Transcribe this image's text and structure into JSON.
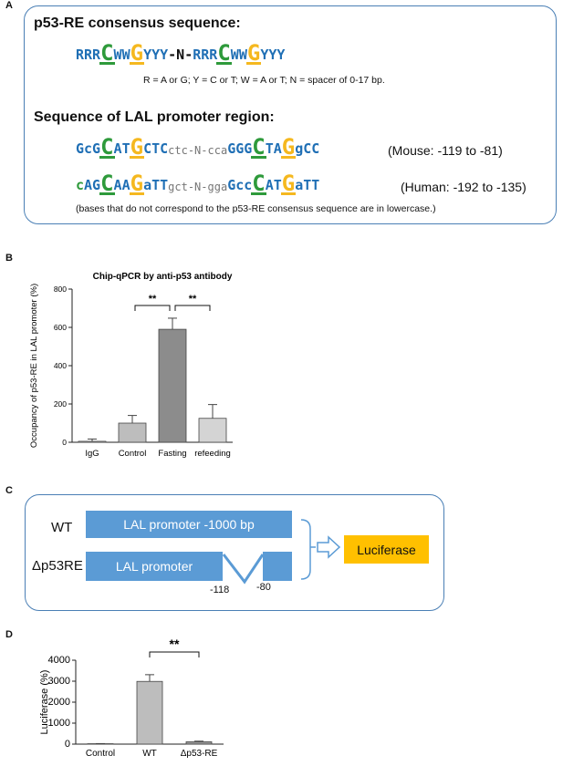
{
  "panelA": {
    "label": "A",
    "consensus_title": "p53-RE consensus sequence:",
    "consensus_seq": [
      {
        "t": "RRR",
        "c": "b"
      },
      {
        "t": "C",
        "c": "g",
        "big": true
      },
      {
        "t": "WW",
        "c": "b"
      },
      {
        "t": "G",
        "c": "y",
        "big": true
      },
      {
        "t": "YYY",
        "c": "b"
      },
      {
        "t": "-N-",
        "c": "k"
      },
      {
        "t": "RRR",
        "c": "b"
      },
      {
        "t": "C",
        "c": "g",
        "big": true
      },
      {
        "t": "WW",
        "c": "b"
      },
      {
        "t": "G",
        "c": "y",
        "big": true
      },
      {
        "t": "YYY",
        "c": "b"
      }
    ],
    "legend": "R = A or G; Y = C or T; W = A or T; N = spacer of 0-17 bp.",
    "lal_title": "Sequence of LAL promoter region:",
    "mouse_seq": [
      {
        "t": "GcG",
        "c": "b"
      },
      {
        "t": "C",
        "c": "g",
        "big": true
      },
      {
        "t": "AT",
        "c": "b"
      },
      {
        "t": "G",
        "c": "y",
        "big": true
      },
      {
        "t": "CTC",
        "c": "b"
      },
      {
        "t": "ctc-N-cca",
        "c": "k",
        "lc": true
      },
      {
        "t": "GGG",
        "c": "b"
      },
      {
        "t": "C",
        "c": "g",
        "big": true
      },
      {
        "t": "TA",
        "c": "b"
      },
      {
        "t": "G",
        "c": "y",
        "big": true
      },
      {
        "t": "gCC",
        "c": "b"
      }
    ],
    "mouse_region": "(Mouse: -119 to -81)",
    "human_seq": [
      {
        "t": "c",
        "c": "g"
      },
      {
        "t": "AG",
        "c": "b"
      },
      {
        "t": "C",
        "c": "g",
        "big": true
      },
      {
        "t": "AA",
        "c": "b"
      },
      {
        "t": "G",
        "c": "y",
        "big": true
      },
      {
        "t": "aTT",
        "c": "b"
      },
      {
        "t": "gct-N-gga",
        "c": "k",
        "lc": true
      },
      {
        "t": "Gcc",
        "c": "b"
      },
      {
        "t": "C",
        "c": "g",
        "big": true
      },
      {
        "t": "AT",
        "c": "b"
      },
      {
        "t": "G",
        "c": "y",
        "big": true
      },
      {
        "t": "aTT",
        "c": "b"
      }
    ],
    "human_region": "(Human: -192 to -135)",
    "footnote": "(bases that do not correspond to the p53-RE consensus sequence are in lowercase.)"
  },
  "panelB": {
    "label": "B",
    "chart_data": {
      "type": "bar",
      "title": "Chip-qPCR by anti-p53 antibody",
      "ylabel": "Occupancy of p53-RE in LAL promoter  (%)",
      "categories": [
        "IgG",
        "Control",
        "Fasting",
        "refeeding"
      ],
      "values": [
        5,
        100,
        590,
        125
      ],
      "errors": [
        12,
        40,
        58,
        72
      ],
      "colors": [
        "#f0f0f0",
        "#bdbdbd",
        "#8c8c8c",
        "#d4d4d4"
      ],
      "ylim": [
        0,
        800
      ],
      "yticks": [
        "0",
        "200",
        "400",
        "600",
        "800"
      ],
      "significance": [
        {
          "from": 1,
          "to": 2,
          "label": "**"
        },
        {
          "from": 2,
          "to": 3,
          "label": "**"
        }
      ]
    }
  },
  "panelC": {
    "label": "C",
    "wt_label": "WT",
    "wt_bar": "LAL promoter -1000 bp",
    "mut_label": "Δp53RE",
    "mut_bar": "LAL promoter",
    "pos_left": "-118",
    "pos_right": "-80",
    "reporter": "Luciferase",
    "accent_blue": "#5b9bd5",
    "accent_yellow": "#ffc000"
  },
  "panelD": {
    "label": "D",
    "chart_data": {
      "type": "bar",
      "ylabel": "Luciferase (%)",
      "categories": [
        "Control",
        "WT",
        "Δp53-RE"
      ],
      "values": [
        20,
        2990,
        110
      ],
      "errors": [
        5,
        320,
        30
      ],
      "colors": [
        "#bdbdbd",
        "#bdbdbd",
        "#9a9a9a"
      ],
      "ylim": [
        0,
        4000
      ],
      "yticks": [
        "0",
        "1000",
        "2000",
        "3000",
        "4000"
      ],
      "significance": [
        {
          "from": 1,
          "to": 2,
          "label": "**"
        }
      ]
    }
  }
}
